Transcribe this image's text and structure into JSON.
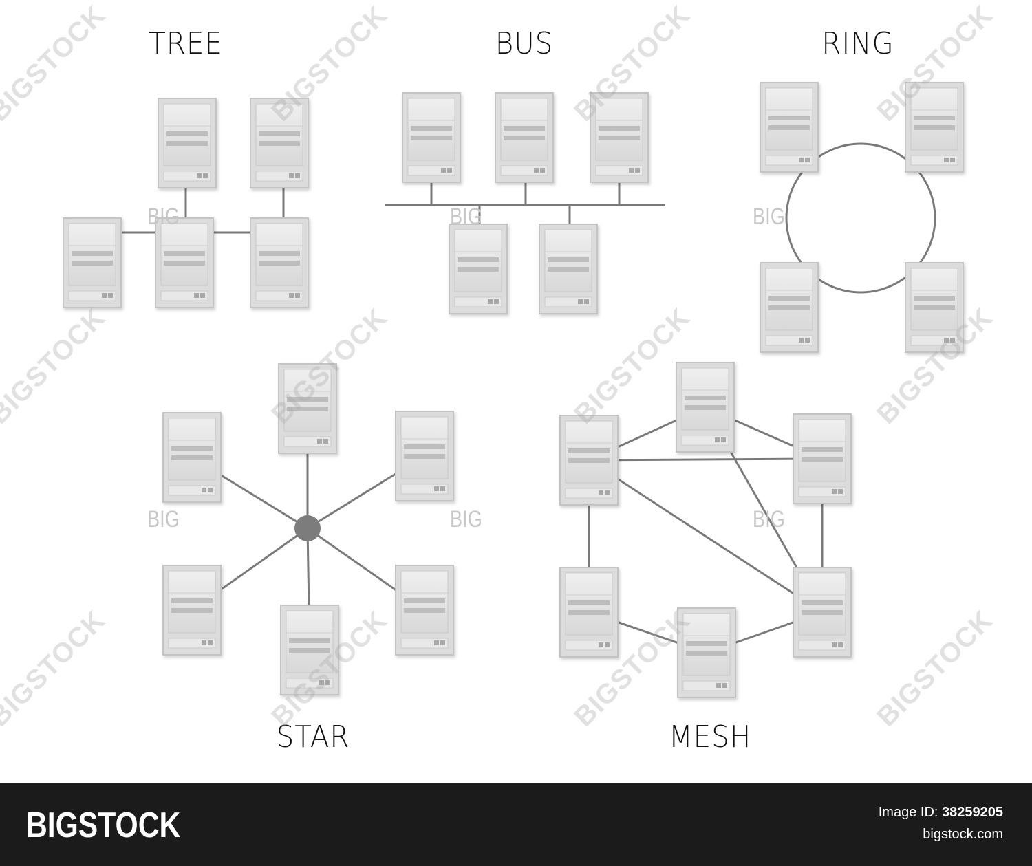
{
  "titles": {
    "tree": "TREE",
    "bus": "BUS",
    "ring": "RING",
    "star": "STAR",
    "mesh": "MESH"
  },
  "watermark": {
    "big_label": "BIG",
    "stock_label": "BIGSTOCK"
  },
  "footer": {
    "brand": "BIGSTOCK",
    "image_id_label": "Image ID:",
    "image_id": "38259205",
    "site": "bigstock.com"
  },
  "colors": {
    "line": "#7a7a7a",
    "server_body": "#dcdcdc",
    "server_border": "#c4c4c4",
    "footer_bg": "#1b1b1b"
  }
}
